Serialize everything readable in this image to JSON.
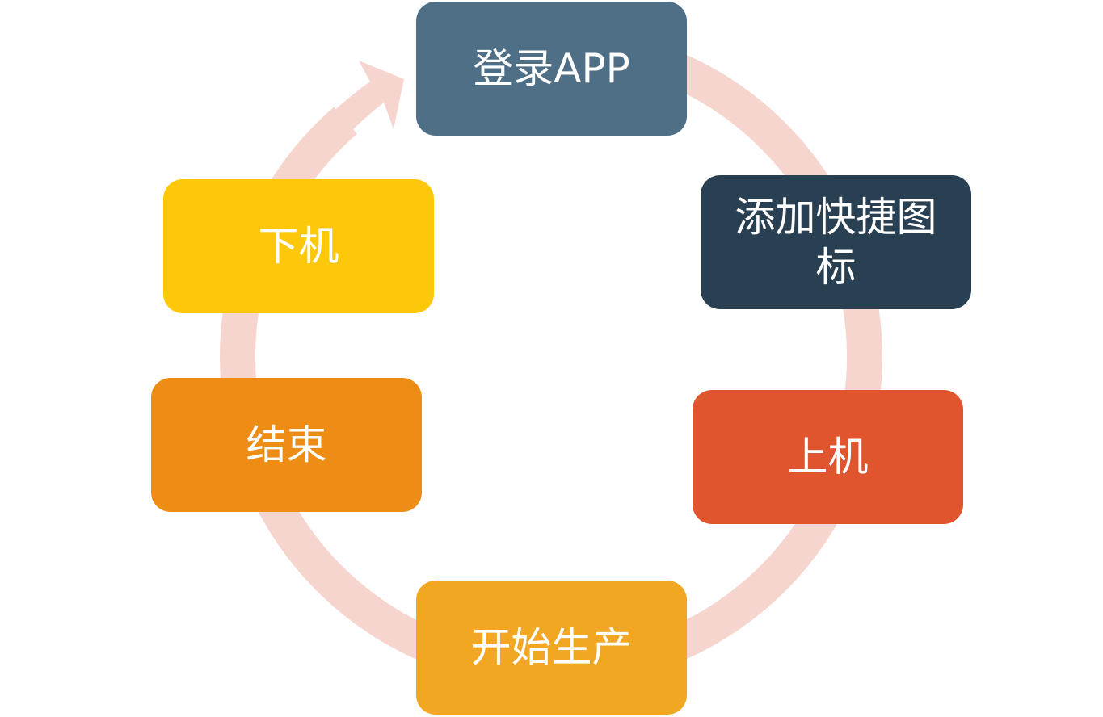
{
  "colors": {
    "ring": "#f6d5cf",
    "background": "#ffffff",
    "text": "#ffffff"
  },
  "steps": [
    {
      "id": "login",
      "label": "登录APP",
      "color": "#4e6f86"
    },
    {
      "id": "shortcut",
      "label": "添加快捷图标",
      "color": "#293f52"
    },
    {
      "id": "board",
      "label": "上机",
      "color": "#e0542e"
    },
    {
      "id": "produce",
      "label": "开始生产",
      "color": "#f2a722"
    },
    {
      "id": "end",
      "label": "结束",
      "color": "#ee8d15"
    },
    {
      "id": "off",
      "label": "下机",
      "color": "#fdc80a"
    }
  ]
}
